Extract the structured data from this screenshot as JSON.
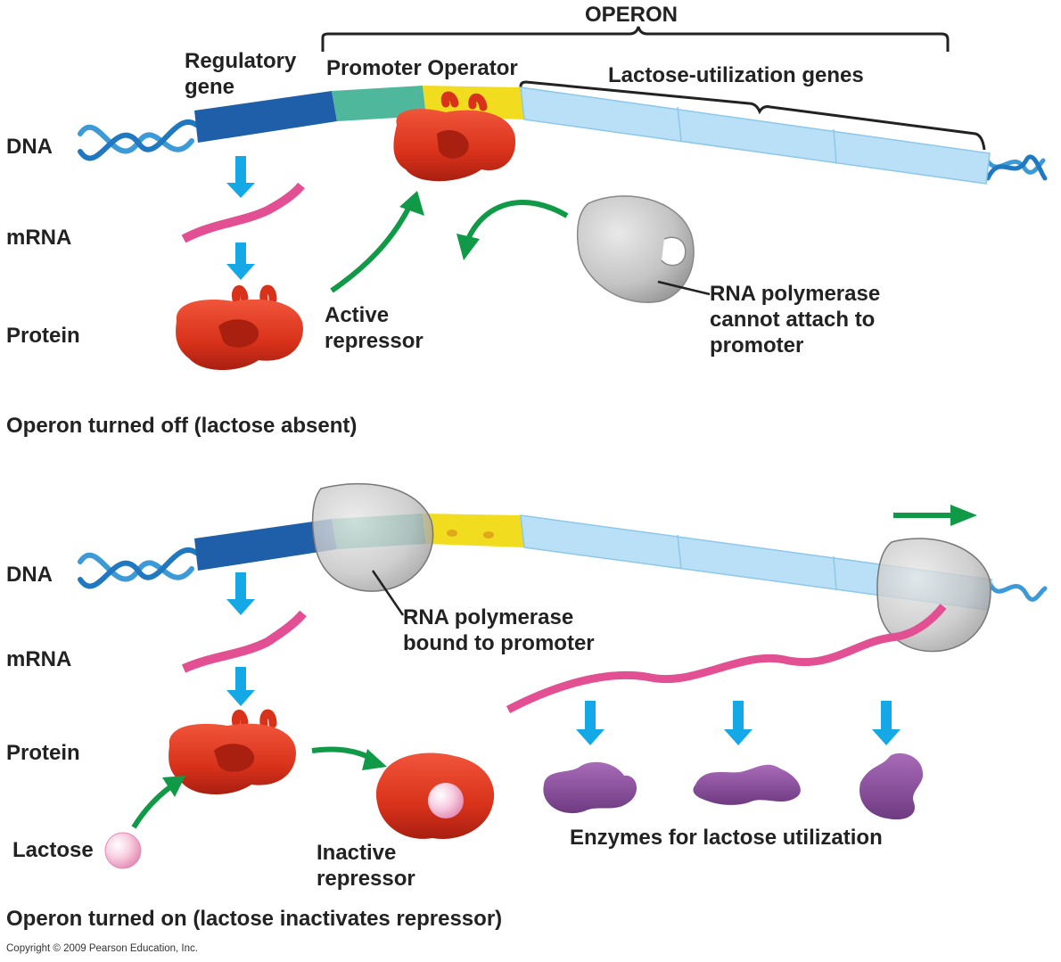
{
  "colors": {
    "dna_helix": "#3d9ad8",
    "regulatory_gene": "#1f5ea8",
    "promoter": "#4fb89c",
    "operator": "#f2dc1f",
    "lactose_genes": "#b9e0f6",
    "repressor": "#d9321b",
    "rna_polymerase": "#bfbfbf",
    "mrna": "#e24f93",
    "arrow_blue": "#14a9e6",
    "arrow_green": "#109a47",
    "enzyme": "#8e4c9e",
    "lactose": "#f7bfd8"
  },
  "top_panel": {
    "operon_label": "OPERON",
    "regulatory_gene_label": [
      "Regulatory",
      "gene"
    ],
    "promoter_operator_label": "Promoter Operator",
    "lactose_genes_label": "Lactose-utilization genes",
    "dna_label": "DNA",
    "mrna_label": "mRNA",
    "protein_label": "Protein",
    "active_repressor_label": [
      "Active",
      "repressor"
    ],
    "polymerase_label": [
      "RNA polymerase",
      "cannot attach to",
      "promoter"
    ],
    "caption": "Operon turned off (lactose absent)"
  },
  "bottom_panel": {
    "dna_label": "DNA",
    "mrna_label": "mRNA",
    "protein_label": "Protein",
    "lactose_label": "Lactose",
    "polymerase_label": [
      "RNA polymerase",
      "bound to promoter"
    ],
    "inactive_repressor_label": [
      "Inactive",
      "repressor"
    ],
    "enzymes_label": "Enzymes for lactose utilization",
    "caption": "Operon turned on (lactose inactivates repressor)"
  },
  "copyright": "Copyright © 2009 Pearson Education, Inc."
}
